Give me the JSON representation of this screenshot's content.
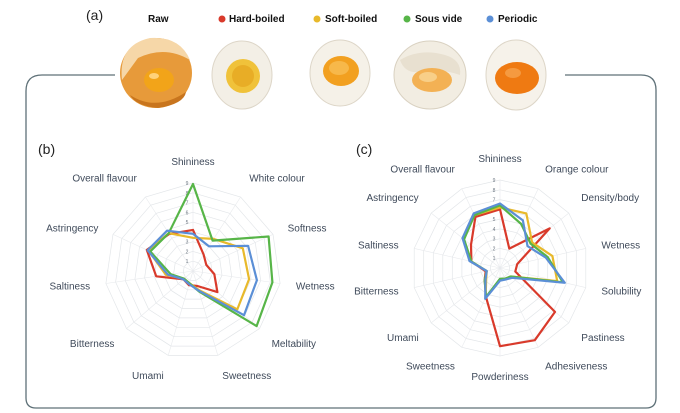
{
  "panel_labels": {
    "a": "(a)",
    "b": "(b)",
    "c": "(c)"
  },
  "legend": [
    {
      "label": "Raw",
      "color": null
    },
    {
      "label": "Hard-boiled",
      "color": "#d93a2b"
    },
    {
      "label": "Soft-boiled",
      "color": "#e8b92b"
    },
    {
      "label": "Sous vide",
      "color": "#57b548"
    },
    {
      "label": "Periodic",
      "color": "#5b8fd6"
    }
  ],
  "photos": [
    "raw-egg",
    "hard-boiled-egg",
    "soft-boiled-egg",
    "sous-vide-egg",
    "periodic-egg"
  ],
  "chart_data": [
    {
      "type": "radar",
      "panel": "(b)",
      "axes": [
        "Shininess",
        "White colour",
        "Softness",
        "Wetness",
        "Meltability",
        "Sweetness",
        "Umami",
        "Bitterness",
        "Saltiness",
        "Astringency",
        "Overall flavour"
      ],
      "rlim": [
        0,
        9
      ],
      "tick_labels": [
        "1",
        "2",
        "3",
        "4",
        "5",
        "6",
        "7",
        "8",
        "9"
      ],
      "grid": true,
      "series": [
        {
          "name": "Hard-boiled",
          "color": "#d93a2b",
          "values": [
            4.2,
            2.0,
            1.5,
            2.2,
            3.3,
            1.6,
            1.5,
            1.3,
            3.8,
            5.2,
            4.5
          ]
        },
        {
          "name": "Soft-boiled",
          "color": "#e8b92b",
          "values": [
            3.4,
            3.9,
            5.6,
            5.8,
            6.0,
            2.0,
            1.3,
            1.2,
            2.8,
            5.0,
            4.6
          ]
        },
        {
          "name": "Sous vide",
          "color": "#57b548",
          "values": [
            8.9,
            3.7,
            8.5,
            8.2,
            8.6,
            2.2,
            1.3,
            1.2,
            2.3,
            4.8,
            4.6
          ]
        },
        {
          "name": "Periodic",
          "color": "#5b8fd6",
          "values": [
            3.8,
            3.0,
            6.2,
            6.6,
            6.9,
            2.1,
            1.4,
            1.3,
            2.6,
            5.1,
            4.9
          ]
        }
      ]
    },
    {
      "type": "radar",
      "panel": "(c)",
      "axes": [
        "Shininess",
        "Orange colour",
        "Density/body",
        "Wetness",
        "Solubility",
        "Pastiness",
        "Adhesiveness",
        "Powderiness",
        "Sweetness",
        "Umami",
        "Bitterness",
        "Saltiness",
        "Astringency",
        "Overall flavour"
      ],
      "rlim": [
        0,
        9
      ],
      "tick_labels": [
        "1",
        "2",
        "3",
        "4",
        "5",
        "6",
        "7",
        "8",
        "9"
      ],
      "grid": true,
      "series": [
        {
          "name": "Hard-boiled",
          "color": "#d93a2b",
          "values": [
            6.0,
            2.2,
            6.5,
            1.8,
            1.6,
            7.2,
            8.2,
            8.0,
            3.3,
            2.0,
            1.5,
            3.0,
            3.8,
            5.8
          ]
        },
        {
          "name": "Soft-boiled",
          "color": "#e8b92b",
          "values": [
            6.2,
            6.2,
            4.2,
            5.5,
            6.0,
            1.4,
            1.2,
            1.2,
            3.4,
            1.8,
            1.4,
            3.0,
            4.8,
            6.0
          ]
        },
        {
          "name": "Sous vide",
          "color": "#57b548",
          "values": [
            6.4,
            5.0,
            4.0,
            5.0,
            6.6,
            1.4,
            1.2,
            1.1,
            3.3,
            2.0,
            1.4,
            3.0,
            4.7,
            6.0
          ]
        },
        {
          "name": "Periodic",
          "color": "#5b8fd6",
          "values": [
            6.6,
            5.4,
            3.6,
            4.8,
            6.8,
            1.6,
            1.3,
            1.3,
            3.5,
            1.9,
            1.4,
            3.2,
            4.9,
            6.2
          ]
        }
      ]
    }
  ]
}
